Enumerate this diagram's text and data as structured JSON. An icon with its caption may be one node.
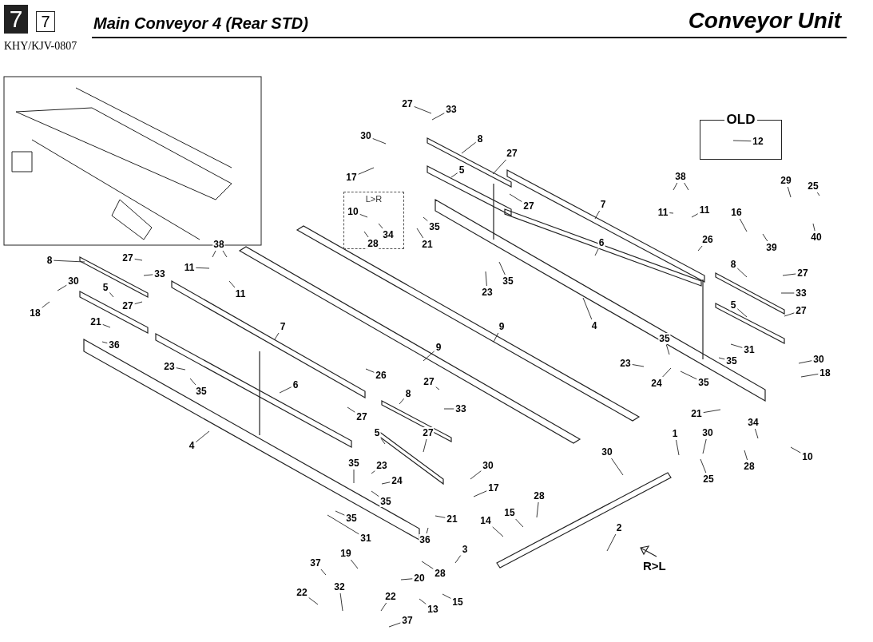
{
  "diagram": {
    "title": "Main Conveyor 4 (Rear STD)",
    "nodes": [
      {
        "text": [
          "OLD"
        ]
      },
      {
        "text": [
          "12"
        ],
        "in": 0
      },
      {
        "text": [
          "L>R"
        ]
      },
      {
        "text": [
          "10"
        ],
        "in": 2
      },
      {
        "text": [
          "34"
        ],
        "in": 2
      },
      {
        "text": [
          "28"
        ],
        "in": 2
      },
      {
        "text": [
          "27"
        ]
      },
      {
        "text": [
          "33"
        ]
      },
      {
        "text": [
          "30"
        ]
      },
      {
        "text": [
          "8"
        ]
      },
      {
        "text": [
          "27"
        ]
      },
      {
        "text": [
          "17"
        ]
      },
      {
        "text": [
          "5"
        ]
      },
      {
        "text": [
          "38"
        ]
      },
      {
        "text": [
          "29"
        ]
      },
      {
        "text": [
          "25"
        ]
      },
      {
        "text": [
          "27"
        ]
      },
      {
        "text": [
          "7"
        ]
      },
      {
        "text": [
          "16"
        ]
      },
      {
        "text": [
          "35"
        ]
      },
      {
        "text": [
          "21"
        ]
      },
      {
        "text": [
          "11"
        ]
      },
      {
        "text": [
          "11"
        ]
      },
      {
        "text": [
          "39"
        ]
      },
      {
        "text": [
          "40"
        ]
      },
      {
        "text": [
          "26"
        ]
      },
      {
        "text": [
          "6"
        ]
      },
      {
        "text": [
          "38"
        ]
      },
      {
        "text": [
          "8"
        ]
      },
      {
        "text": [
          "27"
        ]
      },
      {
        "text": [
          "33"
        ]
      },
      {
        "text": [
          "11"
        ]
      },
      {
        "text": [
          "11"
        ]
      },
      {
        "text": [
          "30"
        ]
      },
      {
        "text": [
          "35"
        ]
      },
      {
        "text": [
          "23"
        ]
      },
      {
        "text": [
          "5"
        ]
      },
      {
        "text": [
          "27"
        ]
      },
      {
        "text": [
          "18"
        ]
      },
      {
        "text": [
          "8"
        ]
      },
      {
        "text": [
          "27"
        ]
      },
      {
        "text": [
          "33"
        ]
      },
      {
        "text": [
          "5"
        ]
      },
      {
        "text": [
          "27"
        ]
      },
      {
        "text": [
          "4"
        ]
      },
      {
        "text": [
          "7"
        ]
      },
      {
        "text": [
          "9"
        ]
      },
      {
        "text": [
          "21"
        ]
      },
      {
        "text": [
          "36"
        ]
      },
      {
        "text": [
          "35"
        ]
      },
      {
        "text": [
          "31"
        ]
      },
      {
        "text": [
          "35"
        ]
      },
      {
        "text": [
          "30"
        ]
      },
      {
        "text": [
          "23"
        ]
      },
      {
        "text": [
          "24"
        ]
      },
      {
        "text": [
          "35"
        ]
      },
      {
        "text": [
          "18"
        ]
      },
      {
        "text": [
          "9"
        ]
      },
      {
        "text": [
          "23"
        ]
      },
      {
        "text": [
          "35"
        ]
      },
      {
        "text": [
          "26"
        ]
      },
      {
        "text": [
          "6"
        ]
      },
      {
        "text": [
          "27"
        ]
      },
      {
        "text": [
          "33"
        ]
      },
      {
        "text": [
          "8"
        ]
      },
      {
        "text": [
          "27"
        ]
      },
      {
        "text": [
          "21"
        ]
      },
      {
        "text": [
          "34"
        ]
      },
      {
        "text": [
          "30"
        ]
      },
      {
        "text": [
          "4"
        ]
      },
      {
        "text": [
          "5"
        ]
      },
      {
        "text": [
          "27"
        ]
      },
      {
        "text": [
          "1"
        ]
      },
      {
        "text": [
          "30"
        ]
      },
      {
        "text": [
          "28"
        ]
      },
      {
        "text": [
          "10"
        ]
      },
      {
        "text": [
          "25"
        ]
      },
      {
        "text": [
          "35"
        ]
      },
      {
        "text": [
          "23"
        ]
      },
      {
        "text": [
          "30"
        ]
      },
      {
        "text": [
          "24"
        ]
      },
      {
        "text": [
          "35"
        ]
      },
      {
        "text": [
          "17"
        ]
      },
      {
        "text": [
          "35"
        ]
      },
      {
        "text": [
          "21"
        ]
      },
      {
        "text": [
          "28"
        ]
      },
      {
        "text": [
          "15"
        ]
      },
      {
        "text": [
          "14"
        ]
      },
      {
        "text": [
          "2"
        ]
      },
      {
        "text": [
          "31"
        ]
      },
      {
        "text": [
          "36"
        ]
      },
      {
        "text": [
          "3"
        ]
      },
      {
        "text": [
          "19"
        ]
      },
      {
        "text": [
          "37"
        ]
      },
      {
        "text": [
          "32"
        ]
      },
      {
        "text": [
          "28"
        ]
      },
      {
        "text": [
          "20"
        ]
      },
      {
        "text": [
          "22"
        ]
      },
      {
        "text": [
          "22"
        ]
      },
      {
        "text": [
          "15"
        ]
      },
      {
        "text": [
          "13"
        ]
      },
      {
        "text": [
          "37"
        ]
      }
    ],
    "edges": [
      {
        "from": 1,
        "to": null,
        "arrow": "none"
      },
      {
        "from": 3,
        "to": null,
        "arrow": "none"
      },
      {
        "from": 4,
        "to": null,
        "arrow": "none"
      },
      {
        "from": 5,
        "to": null,
        "arrow": "none"
      },
      {
        "from": 6,
        "to": null,
        "arrow": "none"
      },
      {
        "from": 7,
        "to": null,
        "arrow": "none"
      },
      {
        "from": 8,
        "to": null,
        "arrow": "none"
      },
      {
        "from": 9,
        "to": null,
        "arrow": "none"
      },
      {
        "from": 10,
        "to": null,
        "arrow": "none"
      },
      {
        "from": 11,
        "to": null,
        "arrow": "none"
      },
      {
        "from": 12,
        "to": null,
        "arrow": "none"
      },
      {
        "from": 13,
        "to": null,
        "arrow": "none"
      },
      {
        "from": 13,
        "to": null,
        "arrow": "none"
      },
      {
        "from": 14,
        "to": null,
        "arrow": "none"
      },
      {
        "from": 15,
        "to": null,
        "arrow": "none"
      },
      {
        "from": 16,
        "to": null,
        "arrow": "none"
      },
      {
        "from": 17,
        "to": null,
        "arrow": "none"
      },
      {
        "from": 18,
        "to": null,
        "arrow": "none"
      },
      {
        "from": 19,
        "to": null,
        "arrow": "none"
      },
      {
        "from": 20,
        "to": null,
        "arrow": "none"
      },
      {
        "from": 21,
        "to": null,
        "arrow": "none"
      },
      {
        "from": 22,
        "to": null,
        "arrow": "none"
      },
      {
        "from": 23,
        "to": null,
        "arrow": "none"
      },
      {
        "from": 24,
        "to": null,
        "arrow": "none"
      },
      {
        "from": 25,
        "to": null,
        "arrow": "none"
      },
      {
        "from": 26,
        "to": null,
        "arrow": "none"
      },
      {
        "from": 27,
        "to": null,
        "arrow": "none"
      },
      {
        "from": 27,
        "to": null,
        "arrow": "none"
      },
      {
        "from": 28,
        "to": null,
        "arrow": "none"
      },
      {
        "from": 29,
        "to": null,
        "arrow": "none"
      },
      {
        "from": 30,
        "to": null,
        "arrow": "none"
      },
      {
        "from": 31,
        "to": null,
        "arrow": "none"
      },
      {
        "from": 32,
        "to": null,
        "arrow": "none"
      },
      {
        "from": 33,
        "to": null,
        "arrow": "none"
      },
      {
        "from": 34,
        "to": null,
        "arrow": "none"
      },
      {
        "from": 35,
        "to": null,
        "arrow": "none"
      },
      {
        "from": 36,
        "to": null,
        "arrow": "none"
      },
      {
        "from": 37,
        "to": null,
        "arrow": "none"
      },
      {
        "from": 38,
        "to": null,
        "arrow": "none"
      },
      {
        "from": 39,
        "to": null,
        "arrow": "none"
      },
      {
        "from": 40,
        "to": null,
        "arrow": "none"
      },
      {
        "from": 41,
        "to": null,
        "arrow": "none"
      },
      {
        "from": 42,
        "to": null,
        "arrow": "none"
      },
      {
        "from": 43,
        "to": null,
        "arrow": "none"
      },
      {
        "from": 44,
        "to": null,
        "arrow": "none"
      },
      {
        "from": 45,
        "to": null,
        "arrow": "none"
      },
      {
        "from": 46,
        "to": null,
        "arrow": "none"
      },
      {
        "from": 47,
        "to": null,
        "arrow": "none"
      },
      {
        "from": 48,
        "to": null,
        "arrow": "none"
      },
      {
        "from": 49,
        "to": null,
        "arrow": "none"
      },
      {
        "from": 50,
        "to": null,
        "arrow": "none"
      },
      {
        "from": 51,
        "to": null,
        "arrow": "none"
      },
      {
        "from": 52,
        "to": null,
        "arrow": "none"
      },
      {
        "from": 53,
        "to": null,
        "arrow": "none"
      },
      {
        "from": 54,
        "to": null,
        "arrow": "none"
      },
      {
        "from": 55,
        "to": null,
        "arrow": "none"
      },
      {
        "from": 56,
        "to": null,
        "arrow": "none"
      },
      {
        "from": 57,
        "to": null,
        "arrow": "none"
      },
      {
        "from": 58,
        "to": null,
        "arrow": "none"
      },
      {
        "from": 59,
        "to": null,
        "arrow": "none"
      },
      {
        "from": 60,
        "to": null,
        "arrow": "none"
      },
      {
        "from": 61,
        "to": null,
        "arrow": "none"
      },
      {
        "from": 62,
        "to": null,
        "arrow": "none"
      },
      {
        "from": 63,
        "to": null,
        "arrow": "none"
      },
      {
        "from": 64,
        "to": null,
        "arrow": "none"
      },
      {
        "from": 65,
        "to": null,
        "arrow": "none"
      },
      {
        "from": 66,
        "to": null,
        "arrow": "none"
      },
      {
        "from": 67,
        "to": null,
        "arrow": "none"
      },
      {
        "from": 68,
        "to": null,
        "arrow": "none"
      },
      {
        "from": 69,
        "to": null,
        "arrow": "none"
      },
      {
        "from": 70,
        "to": null,
        "arrow": "none"
      },
      {
        "from": 71,
        "to": null,
        "arrow": "none"
      },
      {
        "from": 72,
        "to": null,
        "arrow": "none"
      },
      {
        "from": 73,
        "to": null,
        "arrow": "none"
      },
      {
        "from": 74,
        "to": null,
        "arrow": "none"
      },
      {
        "from": 75,
        "to": null,
        "arrow": "none"
      },
      {
        "from": 76,
        "to": null,
        "arrow": "none"
      },
      {
        "from": 77,
        "to": null,
        "arrow": "none"
      },
      {
        "from": 78,
        "to": null,
        "arrow": "none"
      },
      {
        "from": 79,
        "to": null,
        "arrow": "none"
      },
      {
        "from": 80,
        "to": null,
        "arrow": "none"
      },
      {
        "from": 81,
        "to": null,
        "arrow": "none"
      },
      {
        "from": 82,
        "to": null,
        "arrow": "none"
      },
      {
        "from": 83,
        "to": null,
        "arrow": "none"
      },
      {
        "from": 84,
        "to": null,
        "arrow": "none"
      },
      {
        "from": 85,
        "to": null,
        "arrow": "none"
      },
      {
        "from": 86,
        "to": null,
        "arrow": "none"
      },
      {
        "from": 87,
        "to": null,
        "arrow": "none"
      },
      {
        "from": 88,
        "to": null,
        "arrow": "none"
      },
      {
        "from": 89,
        "to": null,
        "arrow": "none"
      },
      {
        "from": 90,
        "to": null,
        "arrow": "none"
      },
      {
        "from": 91,
        "to": null,
        "arrow": "none"
      },
      {
        "from": 92,
        "to": null,
        "arrow": "none"
      },
      {
        "from": 93,
        "to": null,
        "arrow": "none"
      },
      {
        "from": 94,
        "to": null,
        "arrow": "none"
      },
      {
        "from": 95,
        "to": null,
        "arrow": "none"
      },
      {
        "from": 96,
        "to": null,
        "arrow": "none"
      },
      {
        "from": 97,
        "to": null,
        "arrow": "none"
      },
      {
        "from": 98,
        "to": null,
        "arrow": "none"
      },
      {
        "from": 99,
        "to": null,
        "arrow": "none"
      },
      {
        "from": 100,
        "to": null,
        "arrow": "none"
      },
      {
        "from": 101,
        "to": null,
        "arrow": "none"
      }
    ],
    "labels": [
      "7",
      "7",
      "Conveyor Unit",
      "KHY/KJV-0807",
      "R>L"
    ]
  }
}
